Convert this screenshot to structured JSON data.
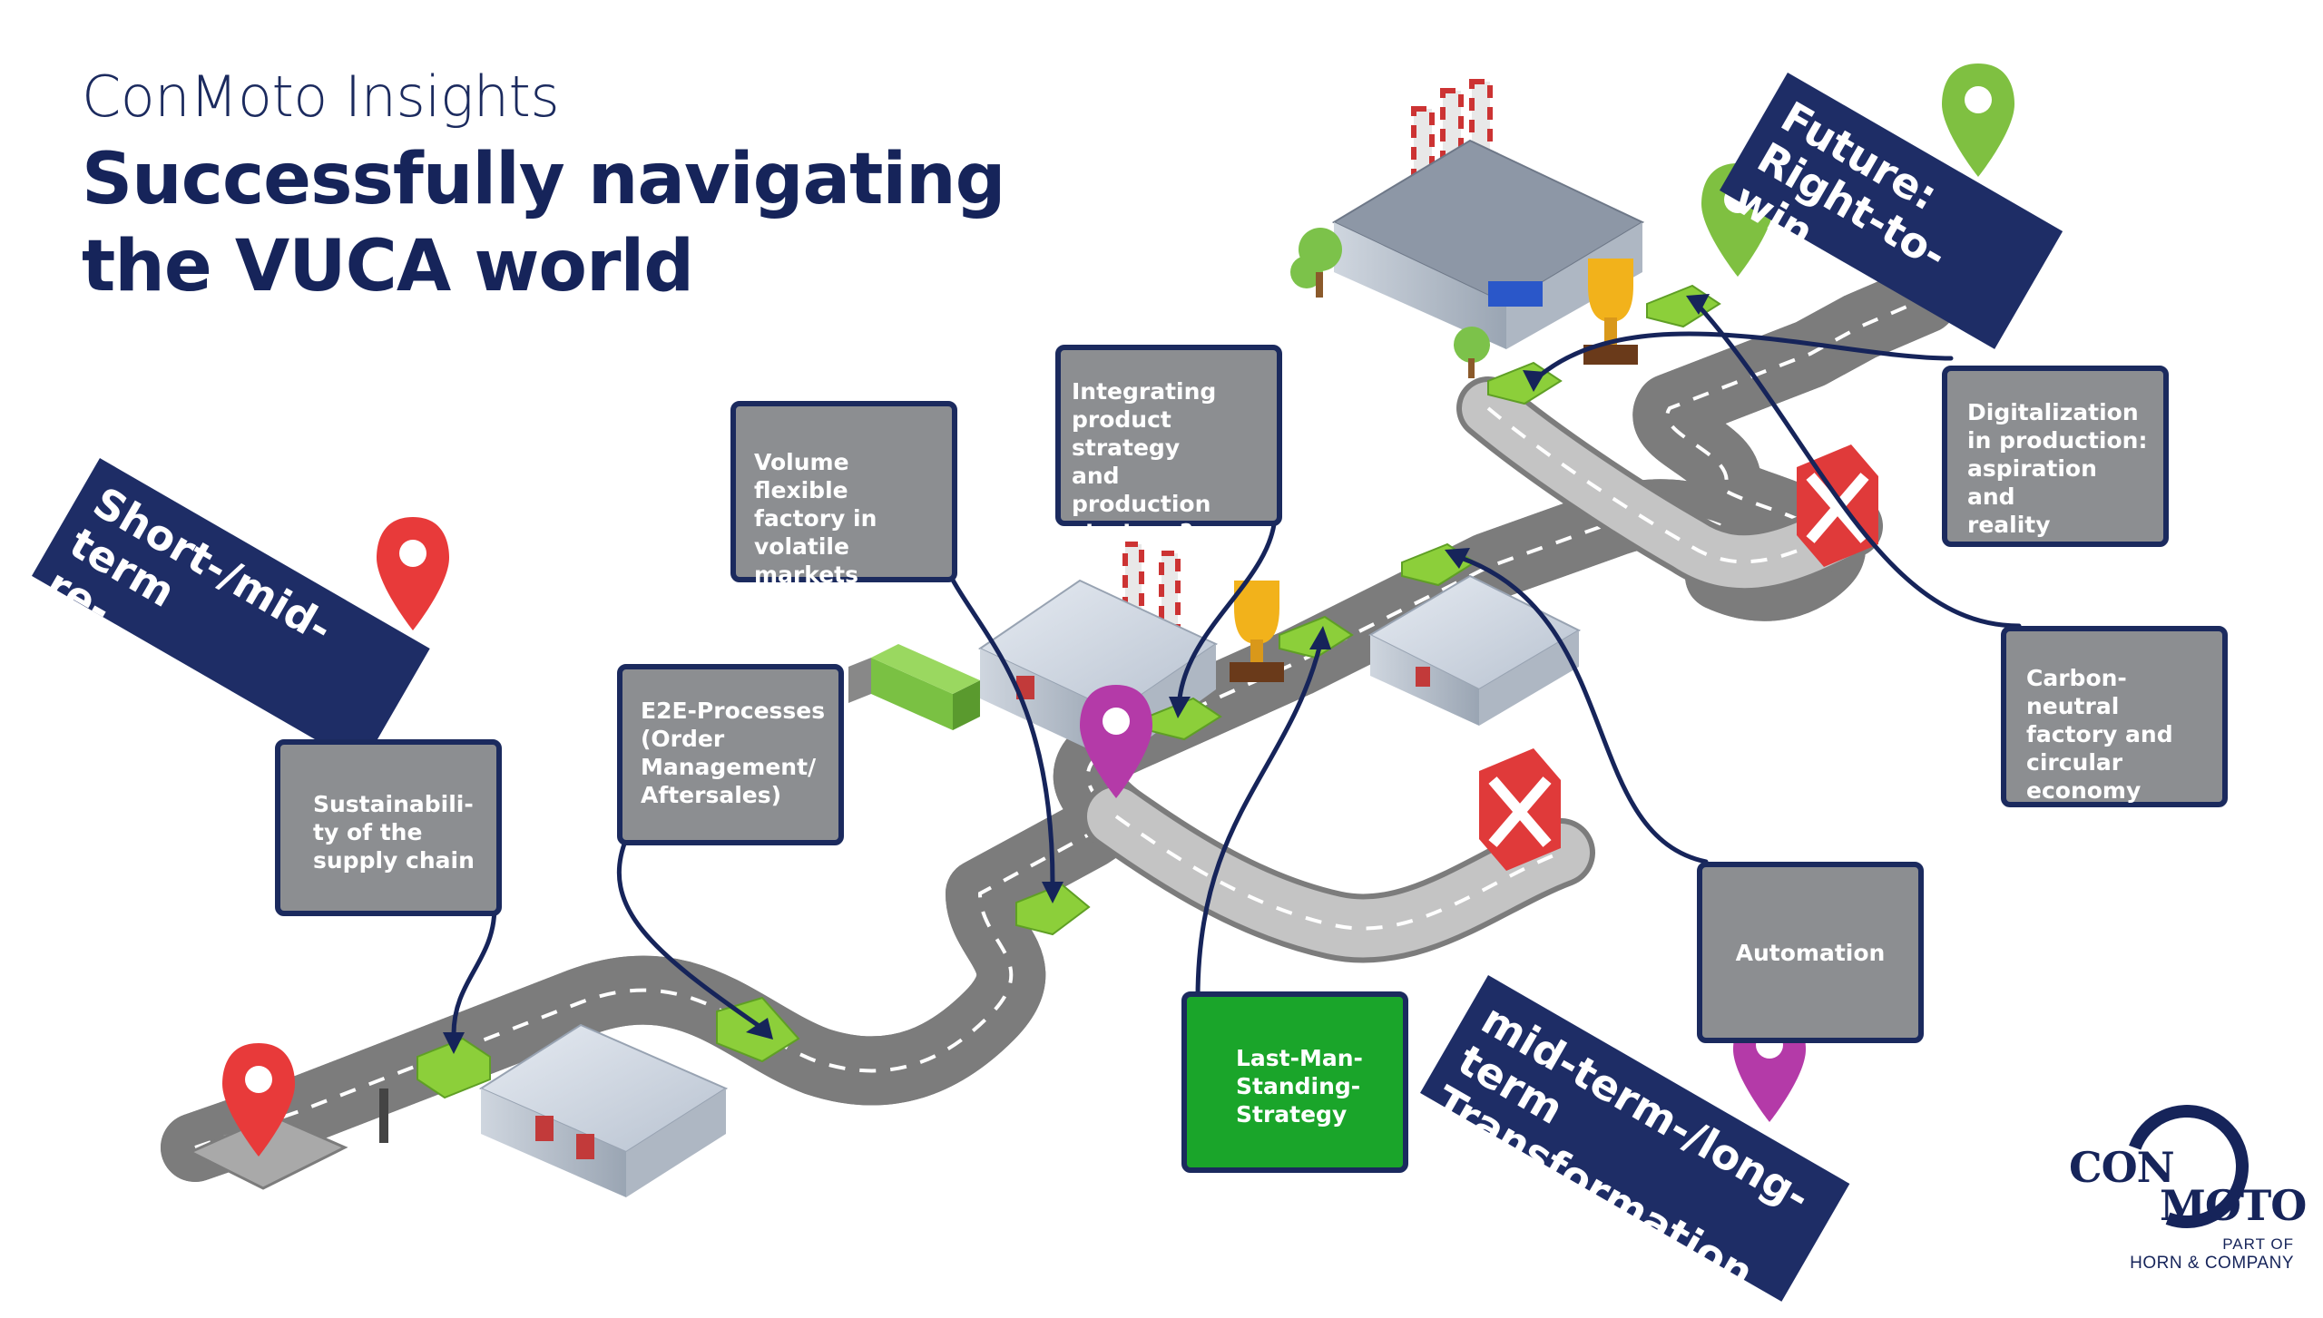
{
  "header": {
    "subtitle": "ConMoto Insights",
    "title_line1": "Successfully navigating",
    "title_line2": "the VUCA world"
  },
  "signs": {
    "short_term_line1": "Short-/mid-term",
    "short_term_line2": "re-organization",
    "future_line1": "Future:",
    "future_line2": "Right-to-win",
    "mid_long_line1": "mid-term-/long-",
    "mid_long_line2": "term Transformation"
  },
  "boxes": {
    "sustainability": [
      "Sustainabili-",
      "ty of the",
      "supply chain"
    ],
    "e2e": [
      "E2E-Processes",
      "(Order",
      "Management/",
      "Aftersales)"
    ],
    "volume": [
      "Volume flexible",
      "factory in",
      "volatile markets"
    ],
    "integrating": [
      "Integrating",
      "product strategy",
      "and production",
      "strategy?"
    ],
    "digitalization": [
      "Digitalization",
      "in production:",
      "aspiration and",
      "reality"
    ],
    "carbon": [
      "Carbon-neutral",
      "factory and",
      "circular",
      "economy"
    ],
    "automation": "Automation",
    "last_man": [
      "Last-Man-",
      "Standing-",
      "Strategy"
    ]
  },
  "logo": {
    "con": "CON",
    "moto": "MOTO",
    "part_of": "PART OF",
    "company": "HORN & COMPANY"
  },
  "colors": {
    "navy": "#1b2a5e",
    "box_gray": "#8c8e91",
    "box_green": "#1aa52a",
    "road": "#b9b9b9",
    "arrow_green": "#8ccf3a",
    "pin_red": "#e83a3a",
    "pin_magenta": "#b43aa8",
    "pin_green": "#7fc041"
  }
}
